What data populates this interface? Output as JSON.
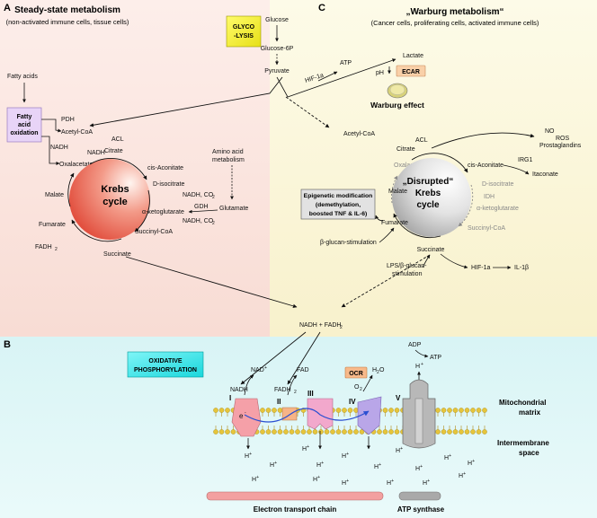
{
  "panel_a": {
    "letter": "A",
    "title": "Steady-state metabolism",
    "subtitle": "(non-activated immune cells, tissue cells)",
    "fatty_acids": "Fatty acids",
    "fao_box": [
      "Fatty",
      "acid",
      "oxidation"
    ],
    "pdh": "PDH",
    "acetyl_coa": "Acetyl-CoA",
    "acl": "ACL",
    "nadh_top": "NADH",
    "citrate": "Citrate",
    "cis_aconitate": "cis-Aconitate",
    "d_isocitrate": "D-isocitrate",
    "nadh_co2_1": "NADH, CO",
    "aa_metabolism": [
      "Amino acid",
      "metabolism"
    ],
    "gdh": "GDH",
    "glutamate": "Glutamate",
    "akg": "α-ketoglutarate",
    "nadh_co2_2": "NADH, CO",
    "succinyl_coa": "Succinyl-CoA",
    "succinate": "Succinate",
    "fadh2": "FADH",
    "fumarate": "Fumarate",
    "malate": "Malate",
    "nadh_left": "NADH",
    "oxalacetate": "Oxalacetate",
    "krebs": [
      "Krebs",
      "cycle"
    ]
  },
  "glycolysis": {
    "box": [
      "GLYCO",
      "-LYSIS"
    ],
    "glucose": "Glucose",
    "glucose6p": "Glucose-6P",
    "pyruvate": "Pyruvate",
    "atp": "ATP",
    "hif": "HIF-1a",
    "lactate": "Lactate",
    "ph": "pH",
    "ecar": "ECAR",
    "warburg_effect": "Warburg effect"
  },
  "panel_c": {
    "letter": "C",
    "title": "„Warburg metabolism“",
    "subtitle": "(Cancer cells, proliferating cells, activated immune cells)",
    "acetyl_coa": "Acetyl-CoA",
    "citrate": "Citrate",
    "acl": "ACL",
    "outputs": [
      "NO",
      "ROS",
      "Prostaglandins"
    ],
    "oxalacetate": "Oxalacetate",
    "cis_aconitate": "cis-Aconitate",
    "irg1": "IRG1",
    "itaconate": "Itaconate",
    "d_isocitrate": "D-isocitrate",
    "idh": "IDH",
    "akg": "α-ketoglutarate",
    "succinyl_coa": "Succinyl-CoA",
    "krebs": [
      "„Disrupted“",
      "Krebs",
      "cycle"
    ],
    "malate": "Malate",
    "fumarate": "Fumarate",
    "epigenetic": [
      "Epigenetic modification",
      "(demethylation,",
      "boosted TNF & IL-6)"
    ],
    "beta_glucan": "β-glucan-stimulation",
    "succinate": "Succinate",
    "lps": [
      "LPS/β-glucan-",
      "stimulation"
    ],
    "hif": "HIF-1a",
    "il1b": "IL-1β"
  },
  "center": {
    "nadh_fadh2": "NADH + FADH"
  },
  "panel_b": {
    "letter": "B",
    "ox_box": [
      "OXIDATIVE",
      "PHOSPHORYLATION"
    ],
    "nadh": "NADH",
    "nad_plus": "NAD",
    "fad": "FAD",
    "fadh2": "FADH",
    "ocr": "OCR",
    "h2o": "H",
    "o2": "O",
    "adp": "ADP",
    "atp": "ATP",
    "complexes": [
      "I",
      "II",
      "III",
      "IV",
      "V"
    ],
    "electron": "e",
    "proton": "H",
    "matrix": [
      "Mitochondrial",
      "matrix"
    ],
    "intermembrane": [
      "Intermembrane",
      "space"
    ],
    "etc": "Electron transport chain",
    "atp_synthase": "ATP synthase"
  },
  "colors": {
    "panel_a_bg": "#fbe6e0",
    "panel_c_bg": "#fbf7dc",
    "panel_b_bg": "#dcf5f6",
    "krebs_a": "#ef6a5a",
    "krebs_c": "#9a9a9a",
    "glycolysis_box": "#f5f224",
    "fao_box": "#e8d4f7",
    "ox_box": "#22e6ea",
    "ecar_box": "#f9d0a8",
    "ocr_box": "#f7b98a",
    "etc_bar": "#f3a0a0",
    "atp_synthase_bar": "#a9a9a9",
    "complex_i": "#f5a0a8",
    "complex_ii": "#f6b487",
    "complex_iii": "#f2a8cc",
    "complex_iv": "#b9a6e8",
    "complex_v": "#b8b8b8",
    "electron_path": "#2a4fd1"
  },
  "icons": {
    "petri": "petri-dish-icon",
    "membrane": "phospholipid-bilayer"
  }
}
